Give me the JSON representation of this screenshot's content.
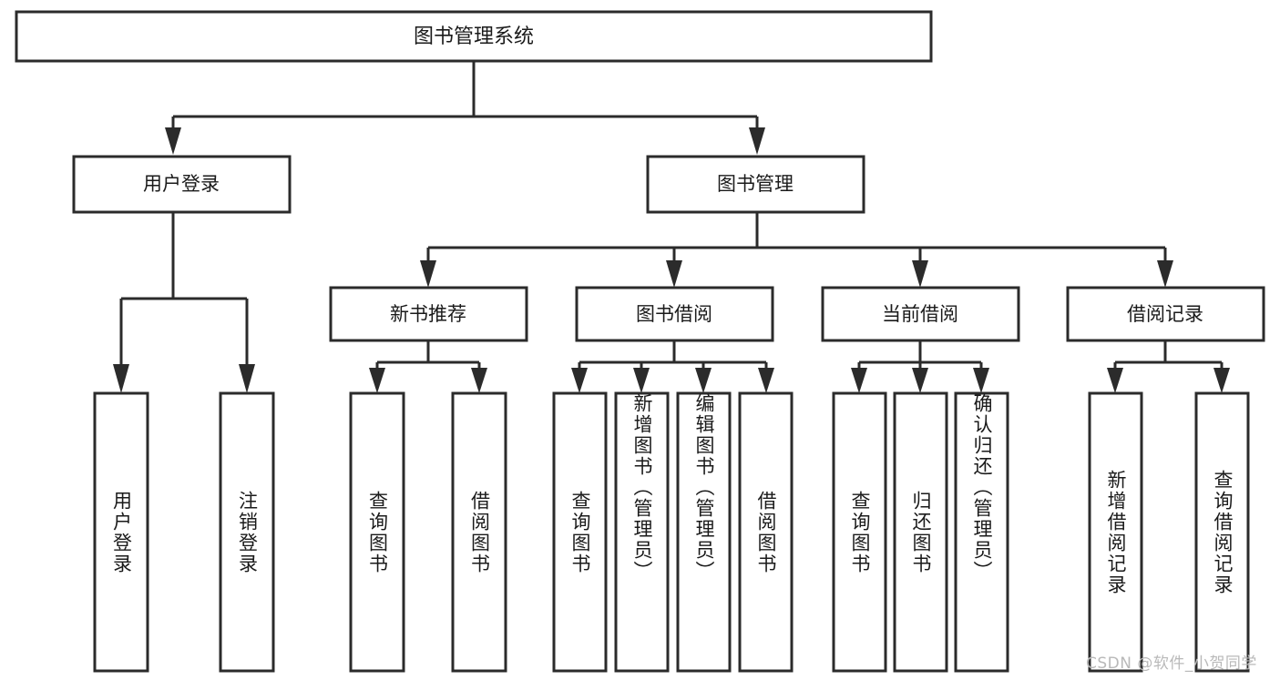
{
  "diagram": {
    "type": "tree-hierarchy",
    "title_node": {
      "label": "图书管理系统"
    },
    "level2": [
      {
        "label": "用户登录"
      },
      {
        "label": "图书管理"
      }
    ],
    "level3": [
      {
        "label": "新书推荐"
      },
      {
        "label": "图书借阅"
      },
      {
        "label": "当前借阅"
      },
      {
        "label": "借阅记录"
      }
    ],
    "leaves": {
      "user_login": [
        {
          "label": "用户登录"
        },
        {
          "label": "注销登录"
        }
      ],
      "new_book_recommend": [
        {
          "label": "查询图书"
        },
        {
          "label": "借阅图书"
        }
      ],
      "book_borrow": [
        {
          "label": "查询图书"
        },
        {
          "label": "新增图书（管理员）"
        },
        {
          "label": "编辑图书（管理员）"
        },
        {
          "label": "借阅图书"
        }
      ],
      "current_borrow": [
        {
          "label": "查询图书"
        },
        {
          "label": "归还图书"
        },
        {
          "label": "确认归还（管理员）"
        }
      ],
      "borrow_records": [
        {
          "label": "新增借阅记录"
        },
        {
          "label": "查询借阅记录"
        }
      ]
    }
  },
  "watermark": {
    "text": "CSDN @软件_小贺同学"
  },
  "colors": {
    "box_stroke": "#2b2b2b",
    "box_fill": "#ffffff",
    "text": "#1a1a1a",
    "watermark": "#b9b9b9",
    "background": "#ffffff"
  }
}
